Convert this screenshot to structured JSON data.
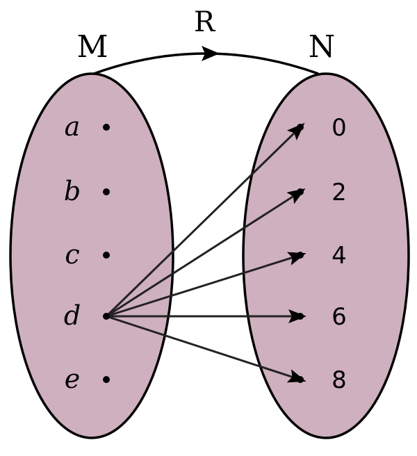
{
  "relation_label": "R",
  "set_m": {
    "label": "M",
    "elements": [
      "a",
      "b",
      "c",
      "d",
      "e"
    ]
  },
  "set_n": {
    "label": "N",
    "elements": [
      "0",
      "2",
      "4",
      "6",
      "8"
    ]
  },
  "mappings": [
    [
      "d",
      "0"
    ],
    [
      "d",
      "2"
    ],
    [
      "d",
      "4"
    ],
    [
      "d",
      "6"
    ],
    [
      "d",
      "8"
    ]
  ],
  "colors": {
    "set_fill": "#cfb0be",
    "stroke": "#000000",
    "arrow": "#222222"
  }
}
